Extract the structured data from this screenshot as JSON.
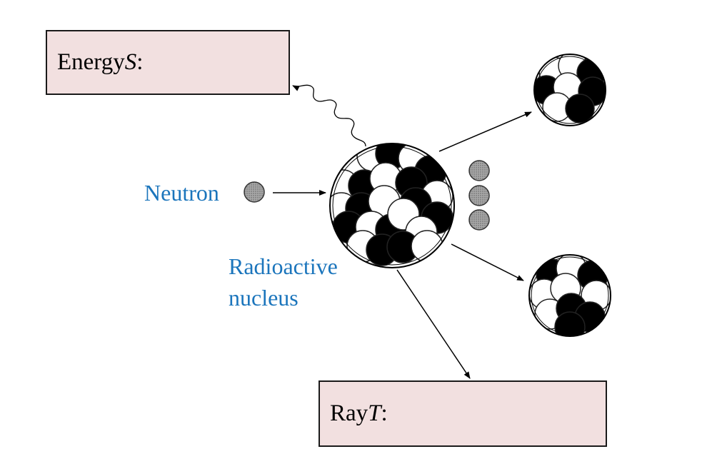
{
  "energy_box": {
    "label": "Energy ",
    "var": "S",
    "suffix": " :"
  },
  "ray_box": {
    "label": "Ray ",
    "var": "T",
    "suffix": " :"
  },
  "neutron_label": "Neutron",
  "nucleus_label_line1": "Radioactive",
  "nucleus_label_line2": "nucleus",
  "colors": {
    "box_fill": "#f2e0e0",
    "label_blue": "#1b75bc",
    "neutron_gray": "#9a9a9a"
  }
}
